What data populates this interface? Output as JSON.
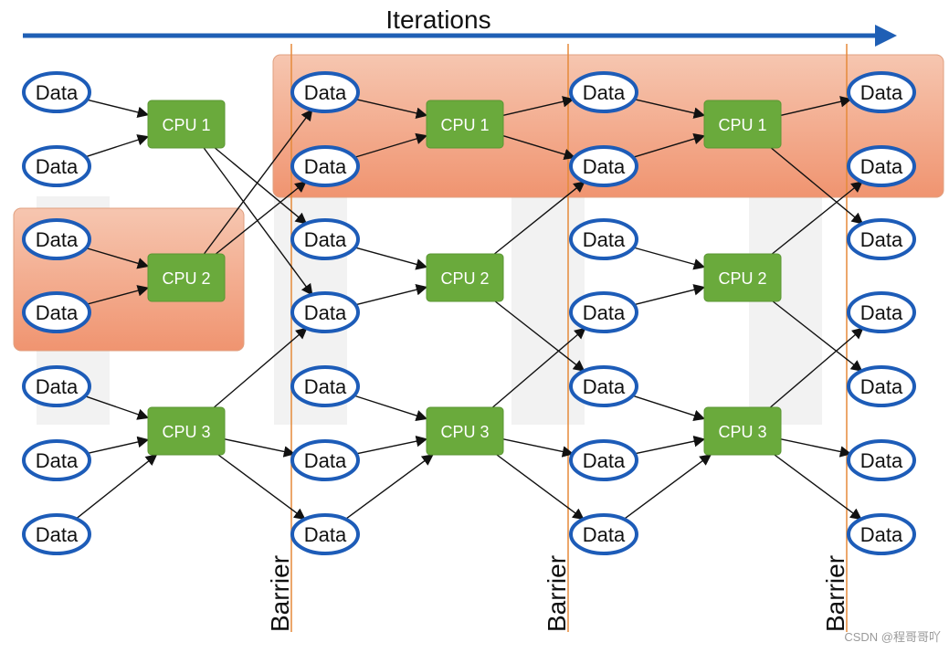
{
  "title": "Iterations",
  "barrier_label": "Barrier",
  "watermark": "CSDN @程哥哥吖",
  "colors": {
    "arrow_blue": "#1f5fb5",
    "data_border": "#1d5cb8",
    "cpu_fill": "#6aaa3c",
    "highlight_top": "#f5c0a8",
    "highlight_bottom": "#f0936e",
    "barrier_line": "#e58a3a",
    "edge": "#111111"
  },
  "data_nodes": [
    {
      "id": "d0_0",
      "label": "Data"
    },
    {
      "id": "d0_1",
      "label": "Data"
    },
    {
      "id": "d0_2",
      "label": "Data"
    },
    {
      "id": "d0_3",
      "label": "Data"
    },
    {
      "id": "d0_4",
      "label": "Data"
    },
    {
      "id": "d0_5",
      "label": "Data"
    },
    {
      "id": "d0_6",
      "label": "Data"
    },
    {
      "id": "d1_0",
      "label": "Data"
    },
    {
      "id": "d1_1",
      "label": "Data"
    },
    {
      "id": "d1_2",
      "label": "Data"
    },
    {
      "id": "d1_3",
      "label": "Data"
    },
    {
      "id": "d1_4",
      "label": "Data"
    },
    {
      "id": "d1_5",
      "label": "Data"
    },
    {
      "id": "d1_6",
      "label": "Data"
    },
    {
      "id": "d2_0",
      "label": "Data"
    },
    {
      "id": "d2_1",
      "label": "Data"
    },
    {
      "id": "d2_2",
      "label": "Data"
    },
    {
      "id": "d2_3",
      "label": "Data"
    },
    {
      "id": "d2_4",
      "label": "Data"
    },
    {
      "id": "d2_5",
      "label": "Data"
    },
    {
      "id": "d2_6",
      "label": "Data"
    },
    {
      "id": "d3_0",
      "label": "Data"
    },
    {
      "id": "d3_1",
      "label": "Data"
    },
    {
      "id": "d3_2",
      "label": "Data"
    },
    {
      "id": "d3_3",
      "label": "Data"
    },
    {
      "id": "d3_4",
      "label": "Data"
    },
    {
      "id": "d3_5",
      "label": "Data"
    },
    {
      "id": "d3_6",
      "label": "Data"
    }
  ],
  "cpu_nodes": [
    {
      "id": "c0_0",
      "label": "CPU 1"
    },
    {
      "id": "c0_1",
      "label": "CPU 2"
    },
    {
      "id": "c0_2",
      "label": "CPU 3"
    },
    {
      "id": "c1_0",
      "label": "CPU 1"
    },
    {
      "id": "c1_1",
      "label": "CPU 2"
    },
    {
      "id": "c1_2",
      "label": "CPU 3"
    },
    {
      "id": "c2_0",
      "label": "CPU 1"
    },
    {
      "id": "c2_1",
      "label": "CPU 2"
    },
    {
      "id": "c2_2",
      "label": "CPU 3"
    }
  ],
  "edges": [
    [
      "d0_0",
      "c0_0"
    ],
    [
      "d0_1",
      "c0_0"
    ],
    [
      "d0_2",
      "c0_1"
    ],
    [
      "d0_3",
      "c0_1"
    ],
    [
      "d0_4",
      "c0_2"
    ],
    [
      "d0_5",
      "c0_2"
    ],
    [
      "d0_6",
      "c0_2"
    ],
    [
      "c0_0",
      "d1_2"
    ],
    [
      "c0_0",
      "d1_3"
    ],
    [
      "c0_1",
      "d1_0"
    ],
    [
      "c0_1",
      "d1_1"
    ],
    [
      "c0_2",
      "d1_3"
    ],
    [
      "c0_2",
      "d1_5"
    ],
    [
      "c0_2",
      "d1_6"
    ],
    [
      "d1_0",
      "c1_0"
    ],
    [
      "d1_1",
      "c1_0"
    ],
    [
      "d1_2",
      "c1_1"
    ],
    [
      "d1_3",
      "c1_1"
    ],
    [
      "d1_4",
      "c1_2"
    ],
    [
      "d1_5",
      "c1_2"
    ],
    [
      "d1_6",
      "c1_2"
    ],
    [
      "c1_0",
      "d2_0"
    ],
    [
      "c1_0",
      "d2_1"
    ],
    [
      "c1_1",
      "d2_1"
    ],
    [
      "c1_1",
      "d2_4"
    ],
    [
      "c1_2",
      "d2_3"
    ],
    [
      "c1_2",
      "d2_5"
    ],
    [
      "c1_2",
      "d2_6"
    ],
    [
      "d2_0",
      "c2_0"
    ],
    [
      "d2_1",
      "c2_0"
    ],
    [
      "d2_2",
      "c2_1"
    ],
    [
      "d2_3",
      "c2_1"
    ],
    [
      "d2_4",
      "c2_2"
    ],
    [
      "d2_5",
      "c2_2"
    ],
    [
      "d2_6",
      "c2_2"
    ],
    [
      "c2_0",
      "d3_0"
    ],
    [
      "c2_0",
      "d3_2"
    ],
    [
      "c2_1",
      "d3_1"
    ],
    [
      "c2_1",
      "d3_4"
    ],
    [
      "c2_2",
      "d3_3"
    ],
    [
      "c2_2",
      "d3_5"
    ],
    [
      "c2_2",
      "d3_6"
    ]
  ]
}
